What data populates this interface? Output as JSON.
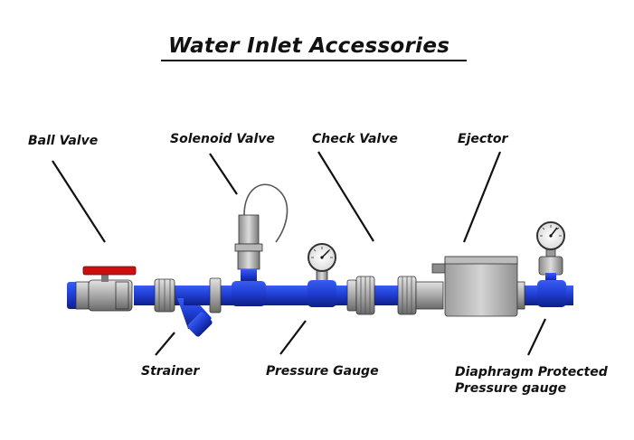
{
  "title": "Water Inlet Accessories",
  "labels": {
    "ball_valve": "Ball Valve",
    "solenoid_valve": "Solenoid Valve",
    "check_valve": "Check Valve",
    "ejector": "Ejector",
    "strainer": "Strainer",
    "pressure_gauge": "Pressure Gauge",
    "diaphragm_gauge_line1": "Diaphragm Protected",
    "diaphragm_gauge_line2": "Pressure gauge"
  },
  "colors": {
    "pipe_blue": "#1f3fd6",
    "pipe_blue_dark": "#0f1f86",
    "fitting_grey": "#9a9a9a",
    "valve_handle_red": "#cc1010",
    "line": "#111111"
  }
}
